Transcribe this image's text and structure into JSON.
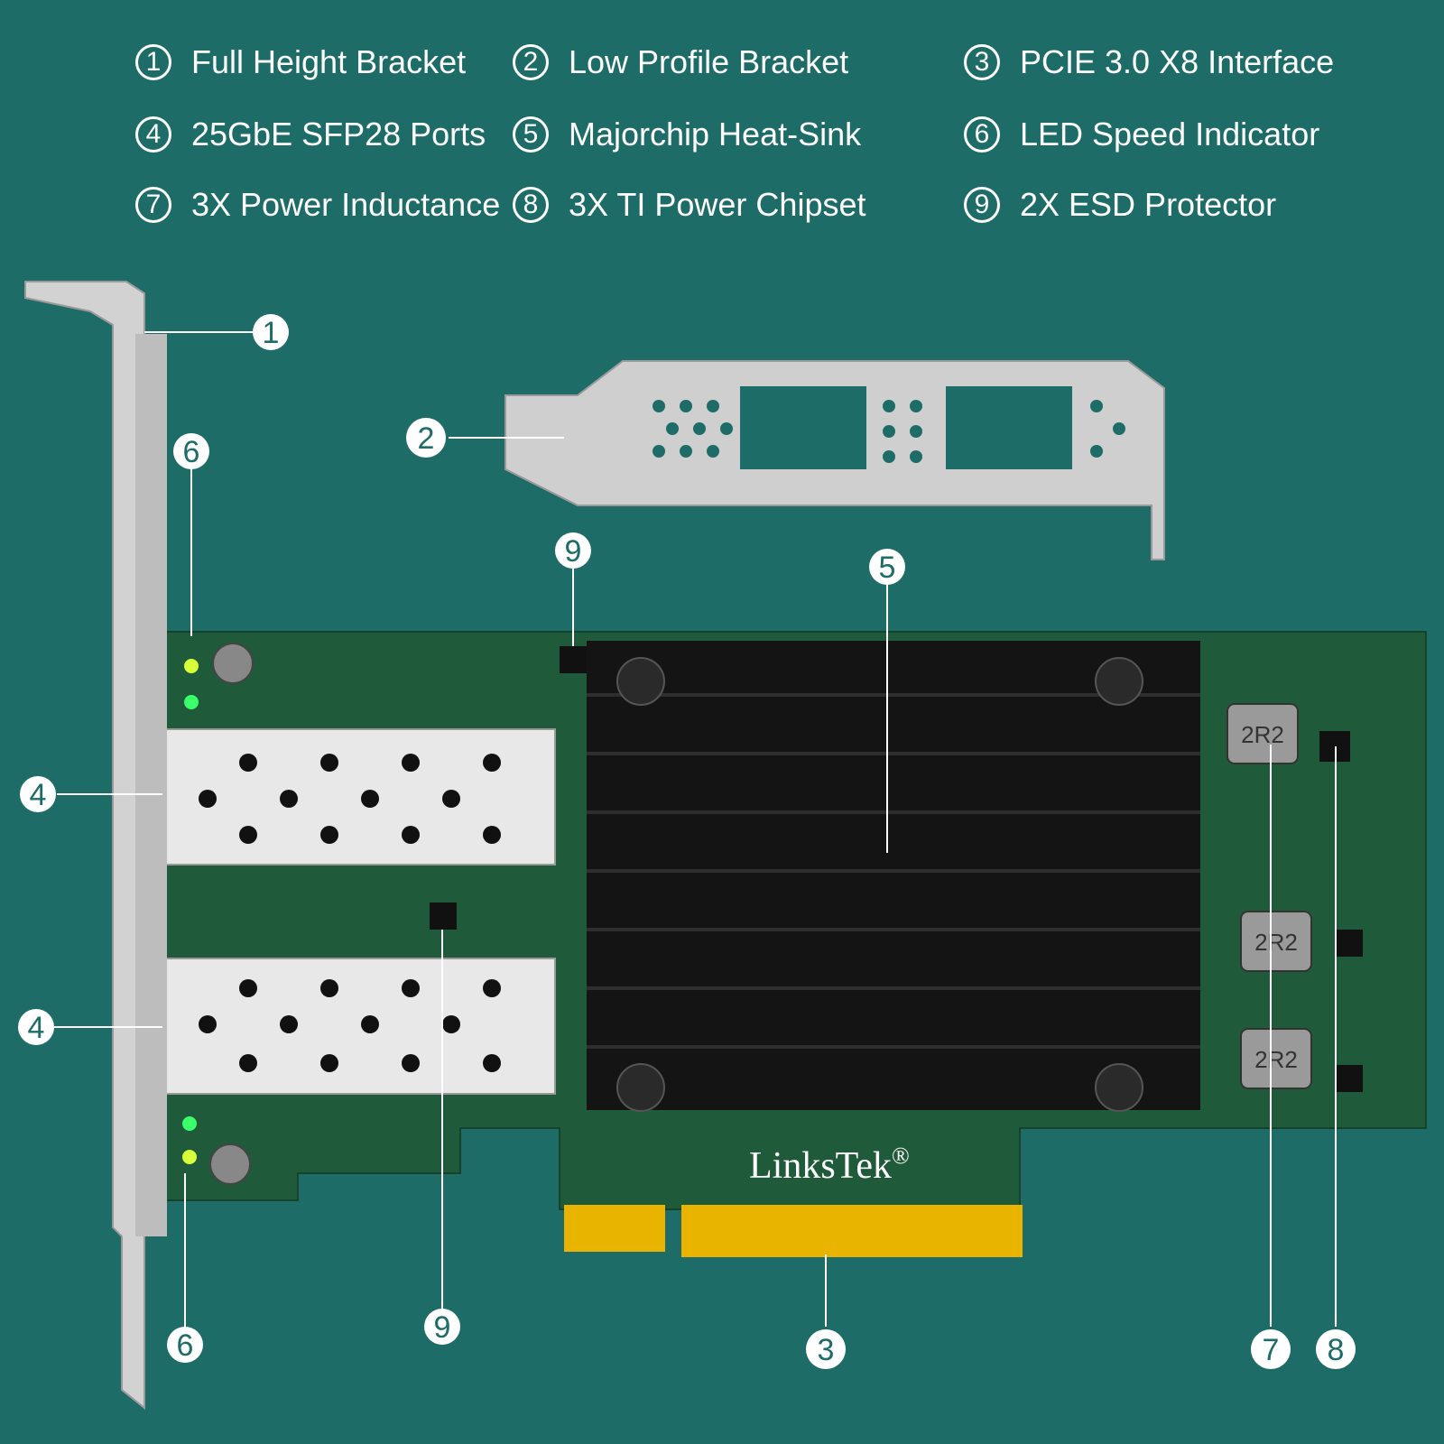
{
  "legend": [
    {
      "n": "①",
      "label": "Full Height Bracket"
    },
    {
      "n": "②",
      "label": "Low Profile Bracket"
    },
    {
      "n": "③",
      "label": "PCIE 3.0 X8 Interface"
    },
    {
      "n": "④",
      "label": "25GbE SFP28 Ports"
    },
    {
      "n": "⑤",
      "label": "Majorchip Heat-Sink"
    },
    {
      "n": "⑥",
      "label": "LED Speed Indicator"
    },
    {
      "n": "⑦",
      "label": "3X Power Inductance"
    },
    {
      "n": "⑧",
      "label": "3X TI Power Chipset"
    },
    {
      "n": "⑨",
      "label": "2X ESD Protector"
    }
  ],
  "callouts": {
    "c1": "1",
    "c2": "2",
    "c3": "3",
    "c4a": "4",
    "c4b": "4",
    "c5": "5",
    "c6a": "6",
    "c6b": "6",
    "c7": "7",
    "c8": "8",
    "c9a": "9",
    "c9b": "9"
  },
  "brand": {
    "name": "LinksTek",
    "mark": "®"
  },
  "inductor_label": "2R2",
  "colors": {
    "background": "#1e6c68",
    "pcb": "#1f5a3a",
    "heatsink": "#141414",
    "gold": "#e8b400",
    "bracket": "#c8c8c8"
  }
}
